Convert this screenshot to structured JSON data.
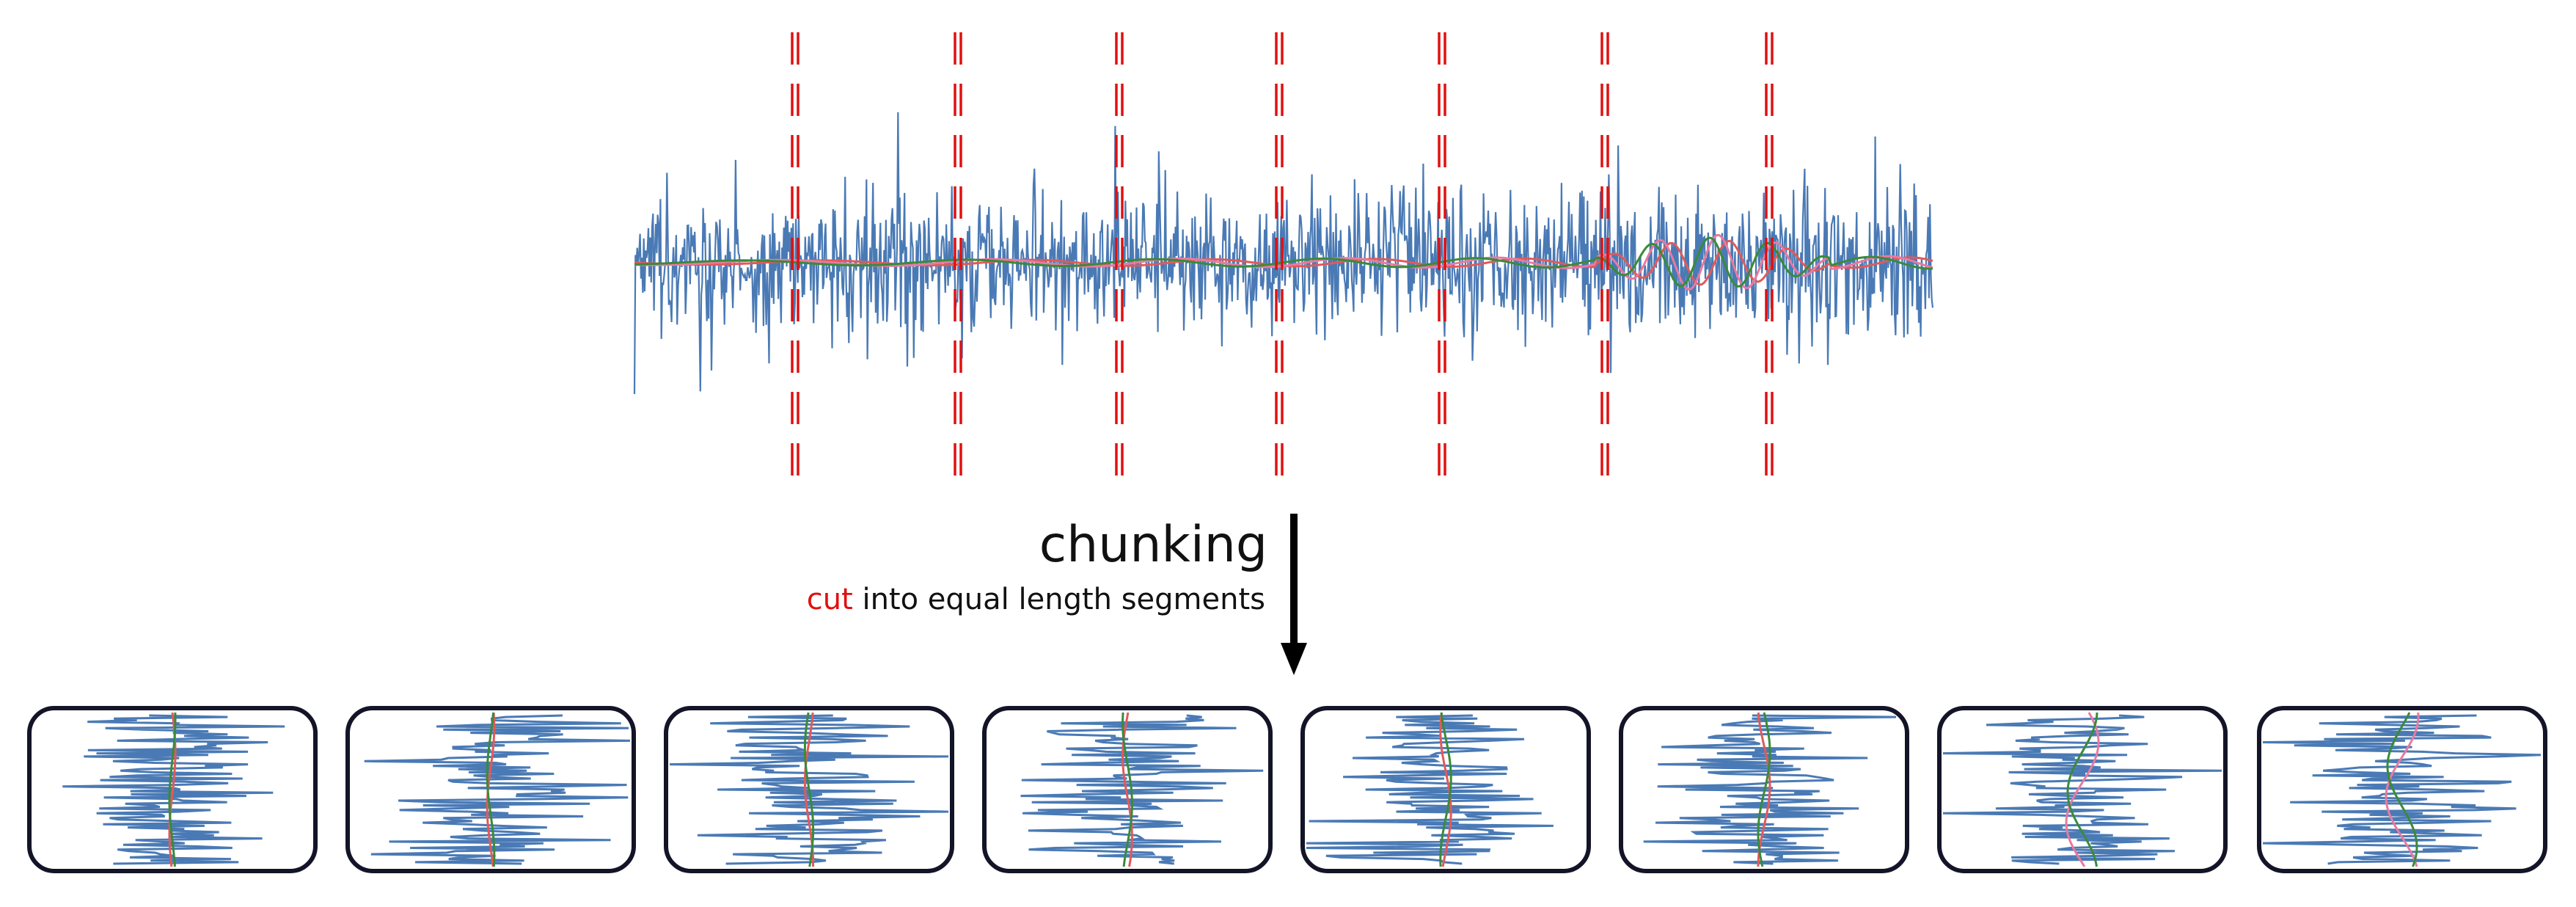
{
  "colors": {
    "signal": "#4a7ab5",
    "trend_red": "#e05a5a",
    "trend_green": "#3a8a3a",
    "trend_pink": "#e87aa0",
    "cut_line": "#e01010",
    "arrow": "#000000",
    "chunk_border": "#141428",
    "highlight_red": "#e01010"
  },
  "label": {
    "heading": "chunking",
    "sub_highlight": "cut",
    "sub_rest": " into equal length segments"
  },
  "diagram": {
    "cut_count": 7,
    "chunk_count": 8,
    "chunk_orientation": "rotated-vertical",
    "last_chunks_show_pink_anomaly": true
  },
  "icons": {
    "arrow": "down-arrow-icon"
  }
}
